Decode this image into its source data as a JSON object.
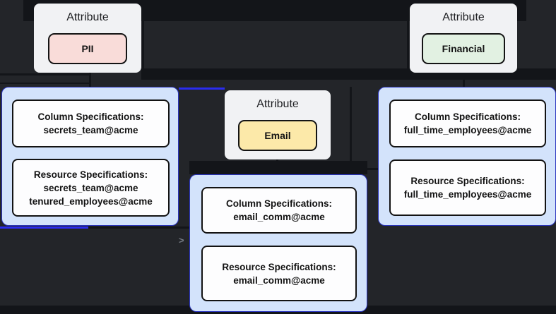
{
  "diagram": {
    "attribute_nodes": [
      {
        "title": "Attribute",
        "badge": "PII",
        "badge_bg": "#f9dcd9"
      },
      {
        "title": "Attribute",
        "badge": "Email",
        "badge_bg": "#fce9a9"
      },
      {
        "title": "Attribute",
        "badge": "Financial",
        "badge_bg": "#e2f1e2"
      }
    ],
    "spec_nodes": [
      {
        "column": {
          "heading": "Column Specifications:",
          "value": "secrets_team@acme"
        },
        "resource": {
          "heading": "Resource Specifications:",
          "value": "secrets_team@acme",
          "value2": "tenured_employees@acme"
        }
      },
      {
        "column": {
          "heading": "Column Specifications:",
          "value": "email_comm@acme"
        },
        "resource": {
          "heading": "Resource Specifications:",
          "value": "email_comm@acme"
        }
      },
      {
        "column": {
          "heading": "Column Specifications:",
          "value": "full_time_employees@acme"
        },
        "resource": {
          "heading": "Resource Specifications:",
          "value": "full_time_employees@acme"
        }
      }
    ],
    "edge_arrow": ">",
    "colors": {
      "canvas_bg": "#232529",
      "edge_black": "#131519",
      "edge_blue": "#2a2cf0",
      "attr_card_bg": "#f1f2f4",
      "spec_card_bg": "#d3e3fb",
      "spec_card_border": "#2b35c0",
      "box_border": "#131313"
    }
  }
}
